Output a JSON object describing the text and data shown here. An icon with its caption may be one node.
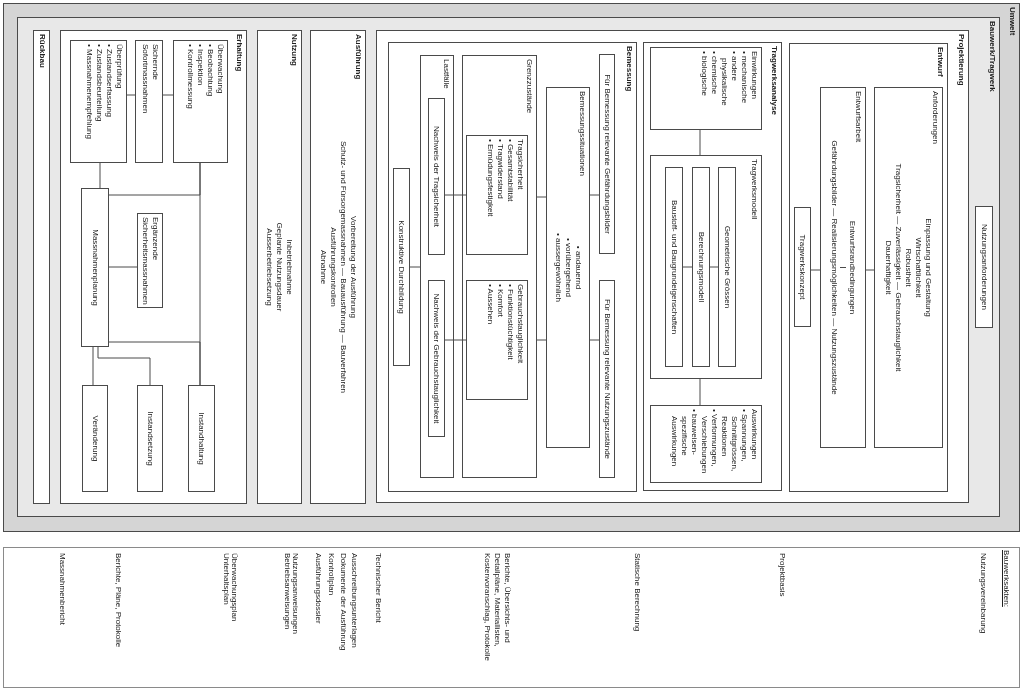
{
  "diagram": {
    "nodes": [
      {
        "text": [
          "Umwelt"
        ]
      },
      {
        "text": [
          "Bauwerk/Tragwerk"
        ],
        "in": 0
      },
      {
        "text": [
          "Nutzungsanforderungen"
        ],
        "in": 1
      },
      {
        "text": [
          "Projektierung"
        ],
        "in": 1
      },
      {
        "text": [
          "Entwurf"
        ],
        "in": 3
      },
      {
        "text": [
          "Anforderungen",
          "Einpassung und Gestaltung",
          "Wirtschaftlichkeit",
          "Robustheit",
          "Tragsicherheit — Zuverlässigkeit — Gebrauchstauglichkeit",
          "Dauerhaftigkeit"
        ],
        "in": 4
      },
      {
        "text": [
          "Entwurfsarbeit",
          "Entwurfsrandbedingungen",
          "Gefährdungsbilder — Realisierungsmöglichkeiten — Nutzungszustände"
        ],
        "in": 4
      },
      {
        "text": [
          "Tragwerkskonzept"
        ],
        "in": 4
      },
      {
        "text": [
          "Tragwerksanalyse"
        ],
        "in": 3
      },
      {
        "text": [
          "Einwirkungen",
          "• mechanische",
          "• andere physikalische",
          "• chemische",
          "• biologische"
        ],
        "in": 8
      },
      {
        "text": [
          "Tragwerksmodell"
        ],
        "in": 8
      },
      {
        "text": [
          "Geometrische Grössen"
        ],
        "in": 10
      },
      {
        "text": [
          "Berechnungsmodell"
        ],
        "in": 10
      },
      {
        "text": [
          "Baustoff- und Baugrundeigenschaften"
        ],
        "in": 10
      },
      {
        "text": [
          "Auswirkungen",
          "• Spannungen, Schnittgrössen, Reaktionen",
          "• Verformungen, Verschiebungen",
          "• bauweisen- spezifische Auswirkungen"
        ],
        "in": 8
      },
      {
        "text": [
          "Bemessung"
        ],
        "in": 3
      },
      {
        "text": [
          "Für Bemessung relevante Gefährdungsbilder"
        ],
        "in": 15
      },
      {
        "text": [
          "Für Bemessung relevante Nutzungszustände"
        ],
        "in": 15
      },
      {
        "text": [
          "Bemessungssituationen",
          "• andauernd",
          "• vorübergehend",
          "• aussergewöhnlich"
        ],
        "in": 15
      },
      {
        "text": [
          "Grenzzustände"
        ],
        "in": 15
      },
      {
        "text": [
          "Tragsicherheit",
          "• Gesamtstabilität",
          "• Tragwiderstand",
          "• Ermüdungsfestigkeit"
        ],
        "in": 19
      },
      {
        "text": [
          "Gebrauchstauglichkeit",
          "• Funktionstüchtigkeit",
          "• Komfort",
          "• Aussehen"
        ],
        "in": 19
      },
      {
        "text": [
          "Lastfälle"
        ],
        "in": 15
      },
      {
        "text": [
          "Nachweis der Tragsicherheit"
        ],
        "in": 22
      },
      {
        "text": [
          "Nachweis der Gebrauchstauglichkeit"
        ],
        "in": 22
      },
      {
        "text": [
          "Konstruktive Durchbildung"
        ],
        "in": 15
      },
      {
        "text": [
          "Ausführung",
          "Vorbereitung der Ausführung",
          "Schutz- und Fürsorgemassnahmen — Bauausführung — Bauverfahren",
          "Ausführungskontrollen",
          "Abnahme"
        ],
        "in": 1
      },
      {
        "text": [
          "Nutzung",
          "Inbetriebnahme",
          "Geplante Nutzungsdauer",
          "Ausserbetriebsetzung"
        ],
        "in": 1
      },
      {
        "text": [
          "Erhaltung"
        ],
        "in": 1
      },
      {
        "text": [
          "Überwachung",
          "• Beobachtung",
          "• Inspektion",
          "• Kontrollmessung"
        ],
        "in": 28
      },
      {
        "text": [
          "Sichernde Sofortmassnahmen"
        ],
        "in": 28
      },
      {
        "text": [
          "Überprüfung",
          "• Zustandserfassung",
          "• Zustandsbeurteilung",
          "• Massnahmenempfehlung"
        ],
        "in": 28
      },
      {
        "text": [
          "Massnahmenplanung"
        ],
        "in": 28
      },
      {
        "text": [
          "Ergänzende Sicherheitsmassnahmen"
        ],
        "in": 28
      },
      {
        "text": [
          "Instandhaltung"
        ],
        "in": 28
      },
      {
        "text": [
          "Instandsetzung"
        ],
        "in": 28
      },
      {
        "text": [
          "Veränderung"
        ],
        "in": 28
      },
      {
        "text": [
          "Rückbau"
        ],
        "in": 1
      },
      {
        "text": [
          "Bauwerksakten:",
          "Nutzungsvereinbarung",
          "Projektbasis",
          "Statische Berechnung",
          "Berichte, Übersichts- und Detailpläne, Materiallisten, Kostenvoranschlag, Protokolle",
          "Technischer Bericht",
          "Ausschreibungsunterlagen",
          "Dokumente der Ausführung",
          "Kontrollplan",
          "Ausführungsdossier",
          "Nutzungsanweisungen",
          "Betriebsanweisungen",
          "Überwachungsplan",
          "Unterhaltsplan",
          "Berichte, Pläne, Protokolle",
          "Massnahmenbericht"
        ]
      }
    ],
    "edges": [
      {
        "from": 5,
        "to": 6,
        "arrow": "none"
      },
      {
        "from": 6,
        "to": 7,
        "arrow": "none"
      },
      {
        "from": 9,
        "to": 10,
        "arrow": "none"
      },
      {
        "from": 11,
        "to": 12,
        "arrow": "none"
      },
      {
        "from": 12,
        "to": 13,
        "arrow": "none"
      },
      {
        "from": 10,
        "to": 14,
        "arrow": "none"
      },
      {
        "from": 16,
        "to": 18,
        "arrow": "none"
      },
      {
        "from": 17,
        "to": 18,
        "arrow": "none"
      },
      {
        "from": 18,
        "to": 19,
        "arrow": "none"
      },
      {
        "from": 18,
        "to": 19,
        "arrow": "none"
      },
      {
        "from": 20,
        "to": 23,
        "arrow": "none"
      },
      {
        "from": 21,
        "to": 24,
        "arrow": "none"
      },
      {
        "from": 22,
        "to": 25,
        "arrow": "none"
      },
      {
        "from": 29,
        "to": 30,
        "arrow": "none"
      },
      {
        "from": 30,
        "to": 31,
        "arrow": "none"
      },
      {
        "from": 31,
        "to": 32,
        "arrow": "none"
      },
      {
        "from": 29,
        "to": 32,
        "arrow": "none"
      },
      {
        "from": 32,
        "to": 34,
        "arrow": "none"
      },
      {
        "from": 29,
        "to": 34,
        "arrow": "none"
      },
      {
        "from": 32,
        "to": 33,
        "arrow": "none"
      },
      {
        "from": 32,
        "to": 35,
        "arrow": "none"
      },
      {
        "from": 32,
        "to": 36,
        "arrow": "none"
      }
    ]
  }
}
